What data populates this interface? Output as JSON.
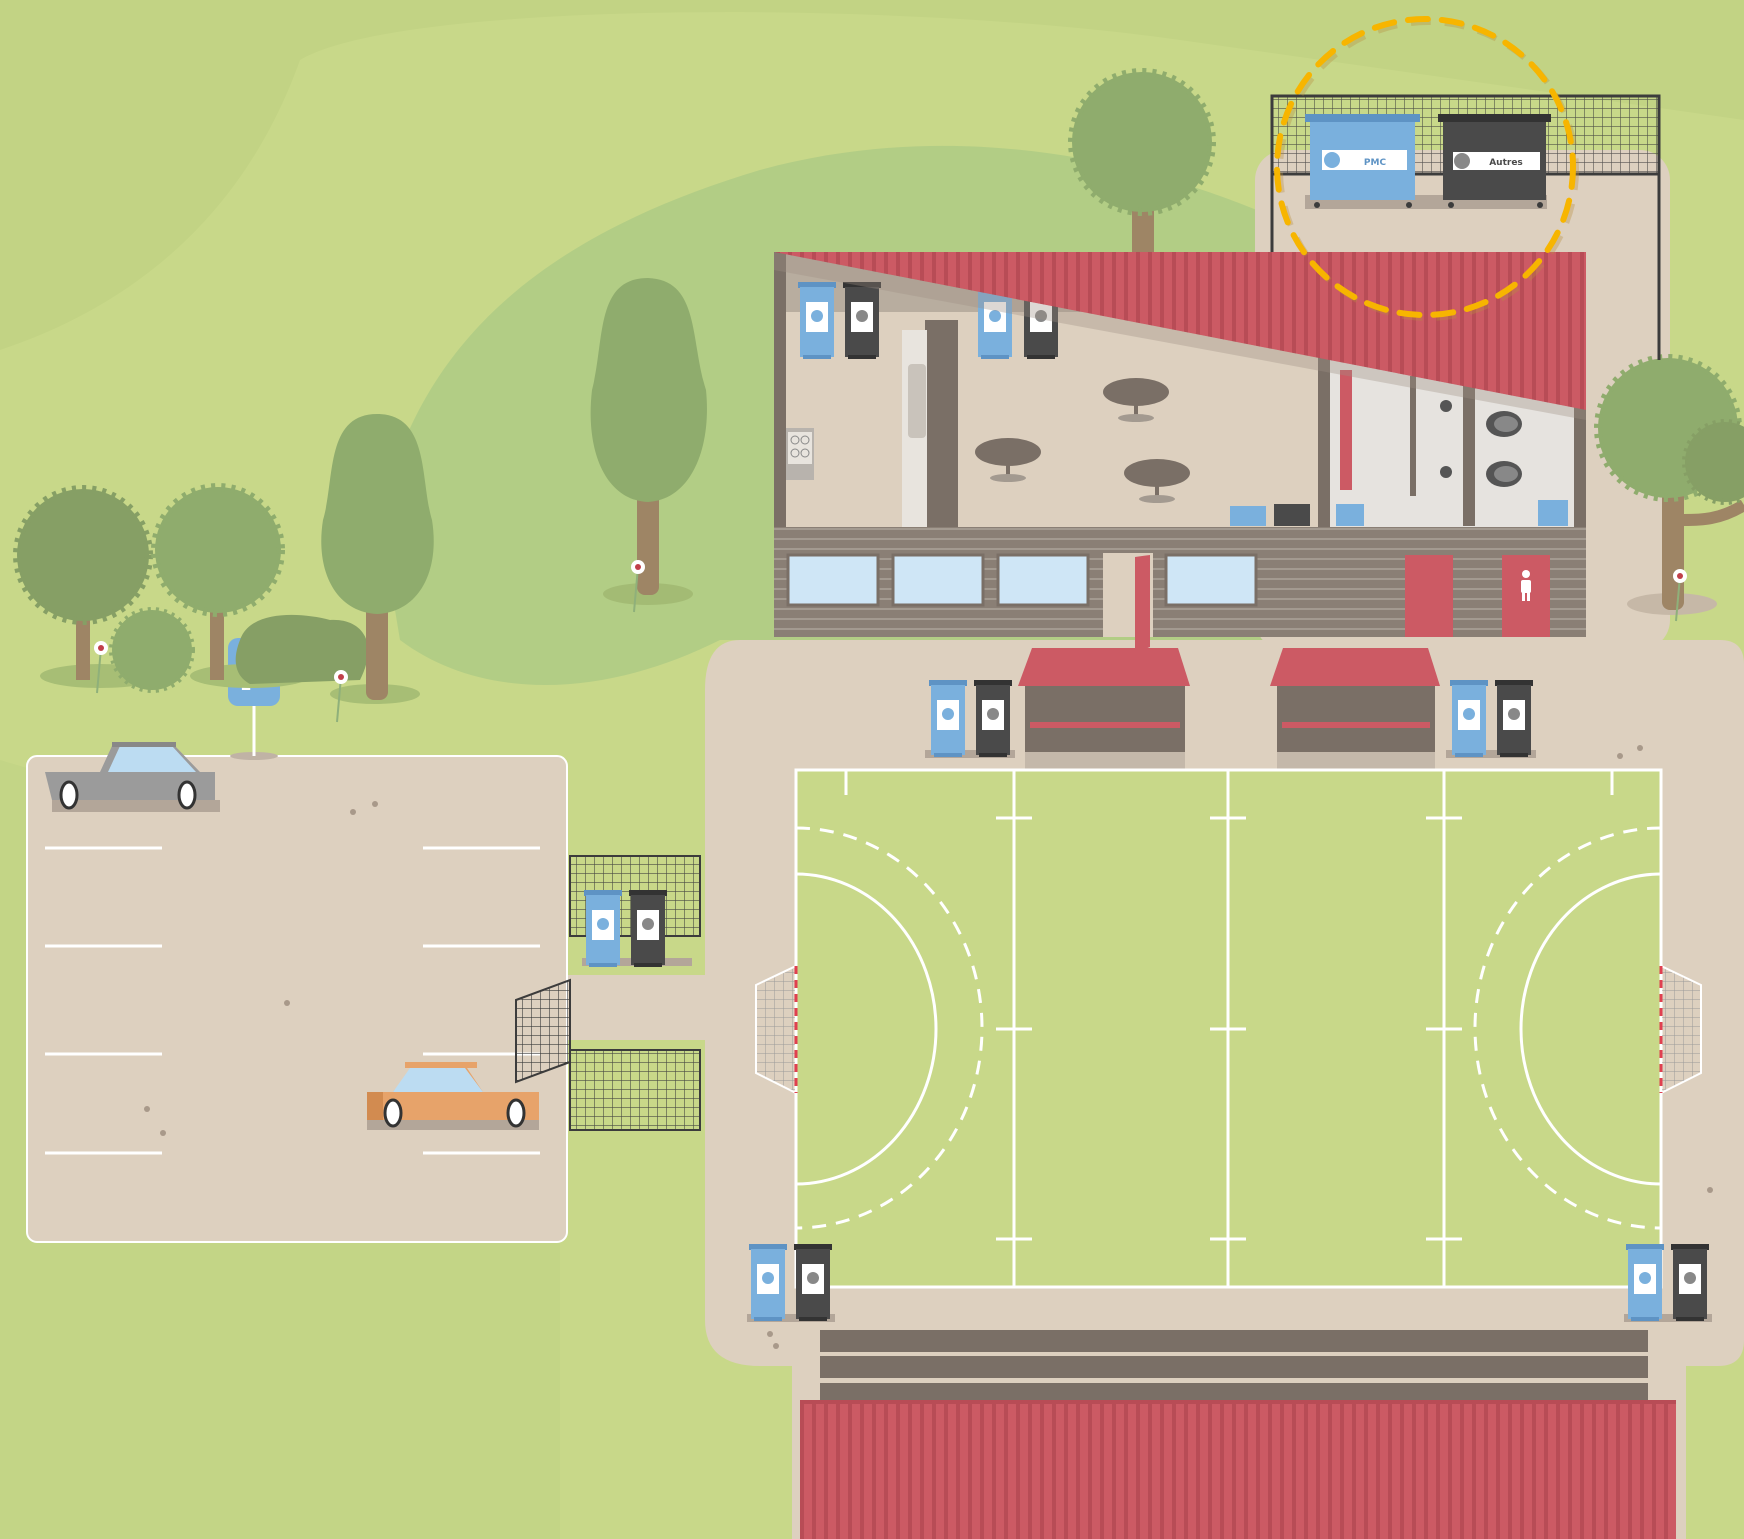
{
  "parking": {
    "sign_letter": "P"
  },
  "container_labels": {
    "pmc": "PMC",
    "autres": "Autres"
  },
  "colors": {
    "grass_light": "#c8d889",
    "grass_mid": "#b2cd85",
    "ground": "#ddd0bf",
    "roof_red": "#cc5a64",
    "wall_grey": "#7a6f66",
    "bin_blue": "#7ab0dd",
    "bin_black": "#4a4a4a",
    "highlight_ring": "#f7b500",
    "tree_dark": "#869f65",
    "tree_light": "#8fac6d",
    "window_blue": "#cfe6f6"
  },
  "icons": [
    "parking-sign-icon",
    "toilet-icon",
    "recycling-icon",
    "flower-icon"
  ]
}
